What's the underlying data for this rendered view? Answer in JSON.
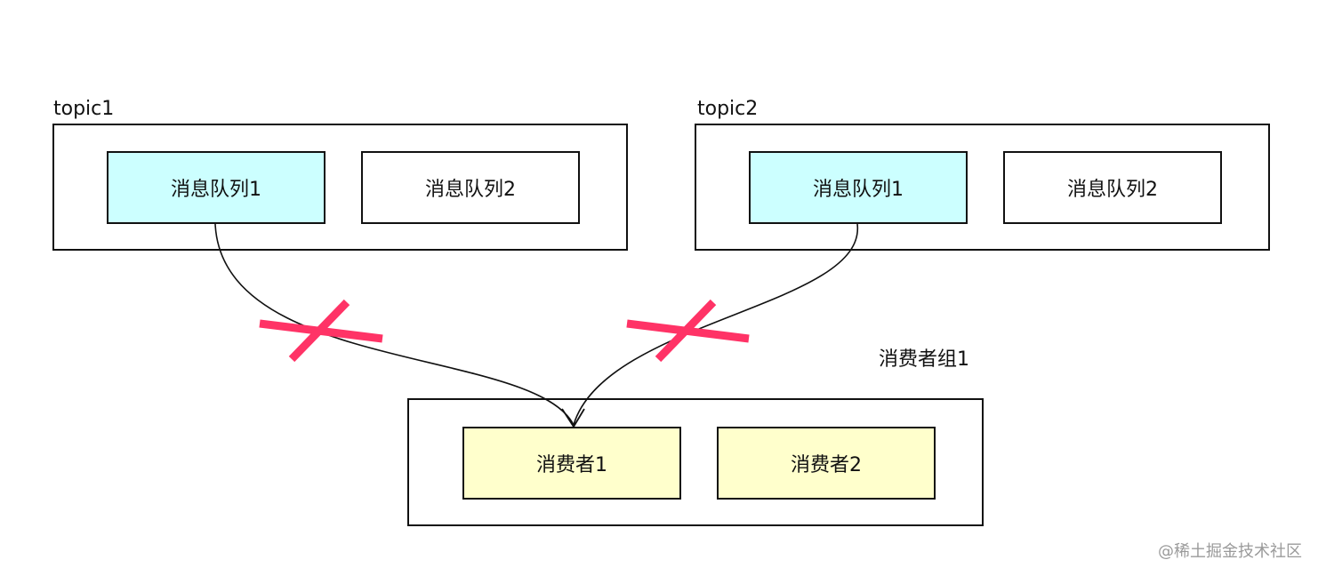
{
  "topics": [
    {
      "title": "topic1",
      "queues": [
        {
          "label": "消息队列1",
          "highlighted": true
        },
        {
          "label": "消息队列2",
          "highlighted": false
        }
      ]
    },
    {
      "title": "topic2",
      "queues": [
        {
          "label": "消息队列1",
          "highlighted": true
        },
        {
          "label": "消息队列2",
          "highlighted": false
        }
      ]
    }
  ],
  "consumer_group": {
    "title": "消费者组1",
    "consumers": [
      {
        "label": "消费者1"
      },
      {
        "label": "消费者2"
      }
    ]
  },
  "connections": [
    {
      "from": "topic1.消息队列1",
      "to": "消费者1",
      "blocked": true
    },
    {
      "from": "topic2.消息队列1",
      "to": "消费者1",
      "blocked": true
    }
  ],
  "colors": {
    "queue_highlight": "#ccffff",
    "consumer_fill": "#ffffcc",
    "blocked_mark": "#ff3366",
    "line": "#111111"
  },
  "watermark": "@稀土掘金技术社区"
}
